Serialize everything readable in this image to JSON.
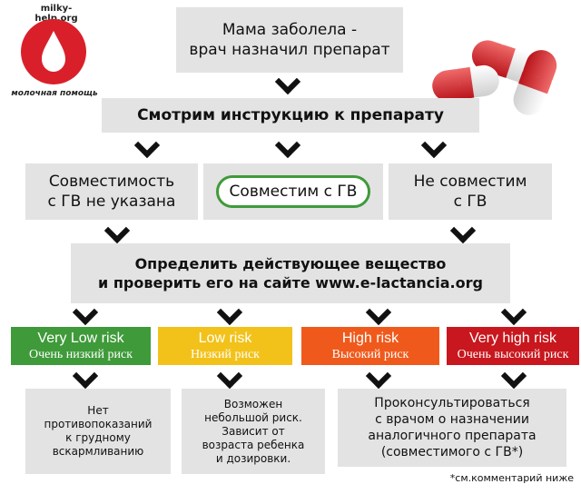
{
  "logo": {
    "site": "milky-help.org",
    "caption": "молочная помощь",
    "color": "#d9202a"
  },
  "top_box": {
    "line1": "Мама заболела -",
    "line2": "врач назначил препарат"
  },
  "instruction_box": {
    "text": "Смотрим инструкцию к препарату"
  },
  "branches": {
    "left": {
      "line1": "Совместимость",
      "line2": "с ГВ не указана"
    },
    "middle": {
      "text": "Совместим с ГВ",
      "border_color": "#3f9a3a"
    },
    "right": {
      "line1": "Не совместим",
      "line2": "с ГВ"
    }
  },
  "determine_box": {
    "line1": "Определить действующее вещество",
    "line2": "и проверить его на сайте www.e-lactancia.org"
  },
  "risks": [
    {
      "en": "Very Low risk",
      "ru": "Очень низкий риск",
      "color": "#3f9a3a"
    },
    {
      "en": "Low risk",
      "ru": "Низкий  риск",
      "color": "#f2c21a"
    },
    {
      "en": "High risk",
      "ru": "Высокий риск",
      "color": "#ef5a1c"
    },
    {
      "en": "Very high risk",
      "ru": "Очень высокий риск",
      "color": "#c8171e"
    }
  ],
  "outcomes": {
    "no_contra": {
      "lines": [
        "Нет",
        "противопоказаний",
        "к грудному",
        "вскармливанию"
      ]
    },
    "possible_risk": {
      "lines": [
        "Возможен",
        "небольшой риск.",
        "Зависит от",
        "возраста ребенка",
        "и дозировки."
      ]
    },
    "consult": {
      "lines": [
        "Проконсультироваться",
        "с врачом о назначении",
        "аналогичного препарата",
        "(совместимого с ГВ*)"
      ]
    }
  },
  "footnote": "*см.комментарий ниже",
  "icons": {
    "logo": "milk-drop-icon",
    "pills": "capsule-pills-icon",
    "arrow": "chevron-down-icon"
  }
}
